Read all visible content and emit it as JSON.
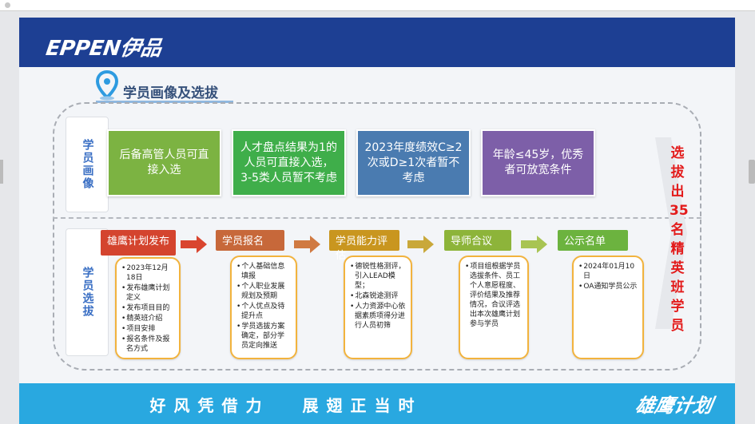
{
  "brand": {
    "logo": "EPPEN伊品"
  },
  "section_title": "学员画像及选拔",
  "profile_label": "学员画像",
  "selection_label": "学员选拔",
  "profile_cards": [
    {
      "text": "后备高管人员可直接入选",
      "color": "#7cb342"
    },
    {
      "text": "人才盘点结果为1的人员可直接入选，3-5类人员暂不考虑",
      "color": "#3fae4a"
    },
    {
      "text": "2023年度绩效C≥2次或D≥1次者暂不考虑",
      "color": "#4a7bb0"
    },
    {
      "text": "年龄≤45岁，优秀者可放宽条件",
      "color": "#7d5fa8"
    }
  ],
  "steps": [
    {
      "title": "雄鹰计划发布",
      "color": "#d4442e",
      "items": [
        "2023年12月18日",
        "发布雄鹰计划定义",
        "发布项目目的",
        "精英班介绍",
        "项目安排",
        "报名条件及报名方式"
      ]
    },
    {
      "title": "学员报名",
      "color": "#c7683a",
      "items": [
        "个人基础信息填报",
        "个人职业发展规划及预期",
        "个人优点及待提升点",
        "学员选拔方案确定，部分学员定向推送"
      ]
    },
    {
      "title": "学员能力评估",
      "color": "#c9961f",
      "items": [
        "德锐性格测评，引入LEAD模型；",
        "北森锐途测评",
        "人力资源中心依据素质项得分进行人员初筛"
      ]
    },
    {
      "title": "导师合议",
      "color": "#8db43a",
      "items": [
        "项目组根据学员选拔条件、员工个人意愿程度、评价结果及推荐情况，合议评选出本次雄鹰计划参与学员"
      ]
    },
    {
      "title": "公示名单",
      "color": "#6cb33f",
      "items": [
        "2024年01月10日",
        "OA通知学员公示"
      ]
    }
  ],
  "result_text": "选拔出35名精英班学员",
  "slogan": [
    "好风凭借力",
    "展翅正当时"
  ],
  "footer_logo": "雄鹰计划",
  "colors": {
    "header": "#1d3f93",
    "footer": "#29a8e0",
    "result": "#e31b1b",
    "step_border": "#f2b33d"
  }
}
